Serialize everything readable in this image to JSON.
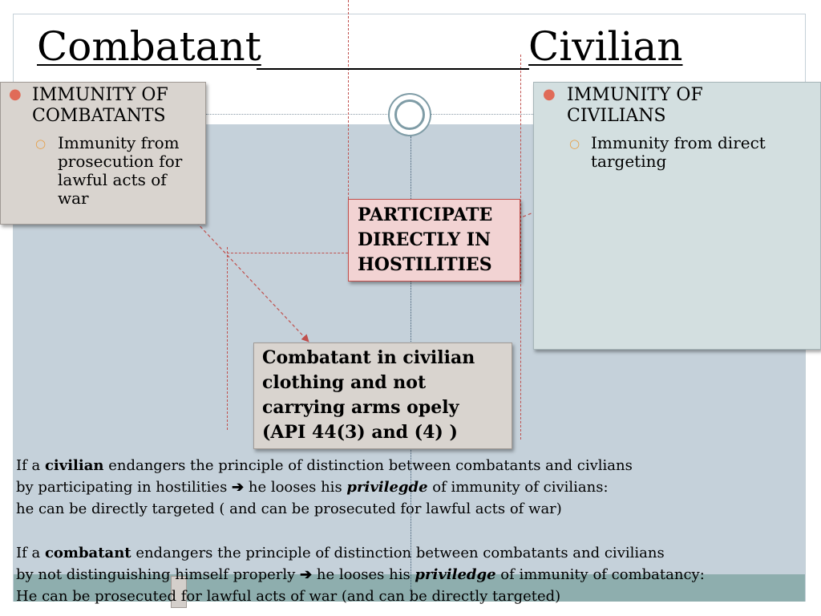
{
  "slide": {
    "title_left": "Combatant",
    "title_right": "Civilian"
  },
  "left_box": {
    "bullet1": "IMMUNITY OF COMBATANTS",
    "bullet1_line1": "IMMUNITY OF",
    "bullet1_line2": "COMBATANTS",
    "sub_lines": [
      "Immunity from",
      "prosecution for",
      "lawful acts of",
      "war"
    ]
  },
  "right_box": {
    "bullet1_line1": "IMMUNITY OF",
    "bullet1_line2": "CIVILIANS",
    "sub_line1": "Immunity from direct",
    "sub_line2": "targeting"
  },
  "center_box": {
    "lines": [
      "PARTICIPATE",
      "DIRECTLY IN",
      "HOSTILITIES"
    ]
  },
  "bottom_box": {
    "lines": [
      "Combatant in civilian",
      "clothing and not",
      "carrying arms opely",
      "(API 44(3) and (4) )"
    ]
  },
  "paragraph1": {
    "l1_a": "If a ",
    "l1_b": "civilian",
    "l1_c": " endangers the principle of distinction between combatants and civlians",
    "l2_a": "by participating in hostilities ",
    "l2_arrow": "➔",
    "l2_b": " he looses his ",
    "l2_c": "privilegde",
    "l2_d": " of immunity of civilians:",
    "l3": "he can be directly targeted ( and can be prosecuted for lawful acts of war)"
  },
  "paragraph2": {
    "l1_a": "If a ",
    "l1_b": "combatant",
    "l1_c": " endangers the principle of distinction between combatants and civilians",
    "l2_a": "by not distinguishing himself properly ",
    "l2_arrow": "➔",
    "l2_b": " he looses his ",
    "l2_c": "priviledge",
    "l2_d": " of immunity of combatancy:",
    "l3": "He can be prosecuted for lawful acts of war (and can be directly targeted)"
  },
  "colors": {
    "accent_red": "#c0504d",
    "slide_bg": "#c5d1da",
    "footer_band": "#8eaeae"
  }
}
